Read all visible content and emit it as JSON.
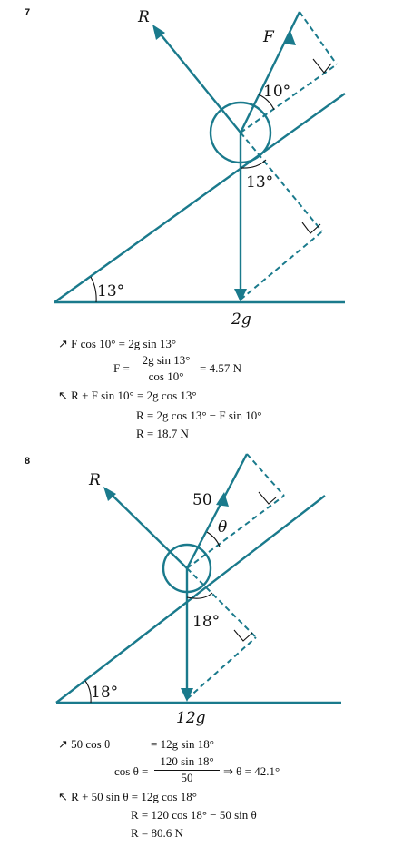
{
  "q7": {
    "number": "7",
    "labels": {
      "R": "R",
      "F": "F",
      "angle_top": "10°",
      "angle_mid": "13°",
      "angle_base": "13°",
      "weight": "2g"
    },
    "working": {
      "line1": "↗ F cos 10° = 2g sin 13°",
      "line2_lhs": "F =",
      "line2_num": "2g sin 13°",
      "line2_den": "cos 10°",
      "line2_rhs": "= 4.57 N",
      "line3": "↖ R + F sin 10° = 2g cos 13°",
      "line4": "R = 2g cos 13° − F sin 10°",
      "line5": "R = 18.7 N"
    }
  },
  "q8": {
    "number": "8",
    "labels": {
      "R": "R",
      "force": "50",
      "angle_top": "θ",
      "angle_mid": "18°",
      "angle_base": "18°",
      "weight": "12g"
    },
    "working": {
      "line1_lhs": "↗ 50 cos θ",
      "line1_rhs": "= 12g sin 18°",
      "line2_lhs": "cos θ =",
      "line2_num": "120 sin 18°",
      "line2_den": "50",
      "line2_rhs": "⇒ θ = 42.1°",
      "line3": "↖ R + 50 sin θ = 12g cos 18°",
      "line4": "R = 120 cos 18° − 50 sin θ",
      "line5": "R = 80.6 N"
    }
  }
}
